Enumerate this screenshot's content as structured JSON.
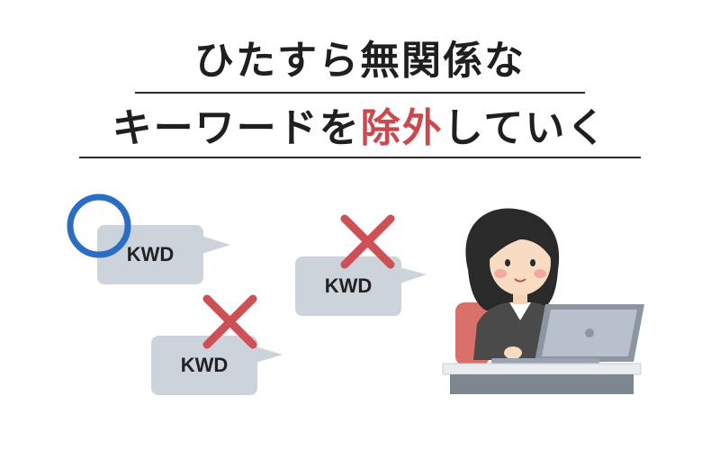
{
  "title": {
    "line1": "ひたすら無関係な",
    "line2_prefix": "キーワードを",
    "line2_emphasis": "除外",
    "line2_suffix": "していく"
  },
  "bubbles": [
    {
      "label": "KWD",
      "mark": "circle"
    },
    {
      "label": "KWD",
      "mark": "cross"
    },
    {
      "label": "KWD",
      "mark": "cross"
    }
  ],
  "colors": {
    "emphasis": "#c9494e",
    "bubble_fill": "#cdd3da",
    "circle_mark": "#2b6cc4",
    "cross_mark": "#cc5055"
  },
  "illustration": "woman-at-laptop"
}
